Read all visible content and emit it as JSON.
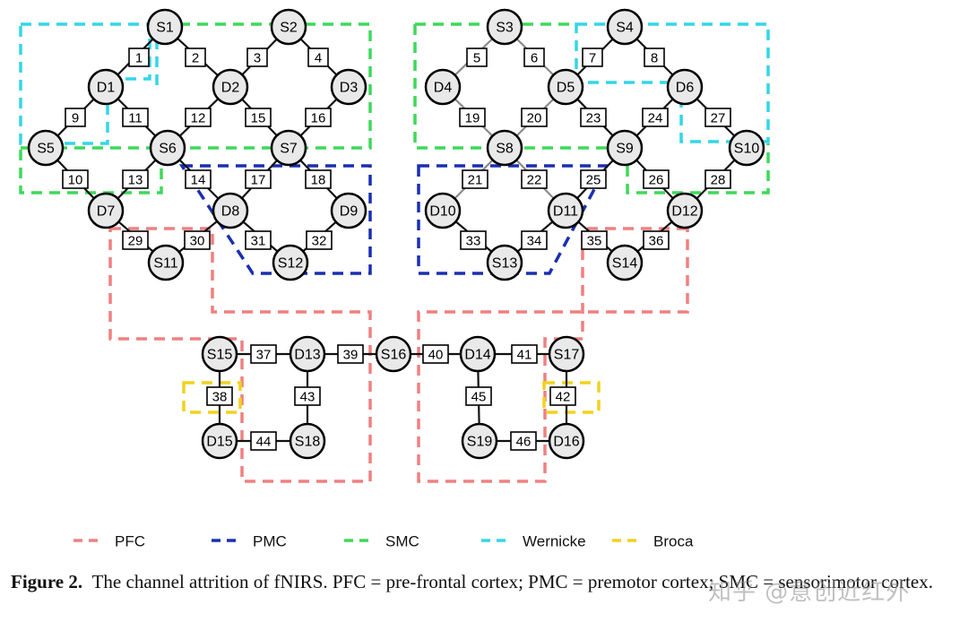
{
  "sources": [
    "S1",
    "S2",
    "S3",
    "S4",
    "S5",
    "S6",
    "S7",
    "S8",
    "S9",
    "S10",
    "S11",
    "S12",
    "S13",
    "S14",
    "S15",
    "S16",
    "S17",
    "S18",
    "S19"
  ],
  "detectors": [
    "D1",
    "D2",
    "D3",
    "D4",
    "D5",
    "D6",
    "D7",
    "D8",
    "D9",
    "D10",
    "D11",
    "D12",
    "D13",
    "D14",
    "D15",
    "D16"
  ],
  "channels": [
    "1",
    "2",
    "3",
    "4",
    "5",
    "6",
    "7",
    "8",
    "9",
    "10",
    "11",
    "12",
    "13",
    "14",
    "15",
    "16",
    "17",
    "18",
    "19",
    "20",
    "21",
    "22",
    "23",
    "24",
    "25",
    "26",
    "27",
    "28",
    "29",
    "30",
    "31",
    "32",
    "33",
    "34",
    "35",
    "36",
    "37",
    "38",
    "39",
    "40",
    "41",
    "42",
    "43",
    "44",
    "45",
    "46"
  ],
  "legend": [
    {
      "label": "PFC",
      "color": "#f08080"
    },
    {
      "label": "PMC",
      "color": "#1a2fb0"
    },
    {
      "label": "SMC",
      "color": "#3ed95a"
    },
    {
      "label": "Wernicke",
      "color": "#33d6e8"
    },
    {
      "label": "Broca",
      "color": "#f2d21e"
    }
  ],
  "caption": {
    "label": "Figure 2.",
    "text": "The channel attrition of fNIRS. PFC = pre-frontal cortex; PMC = premotor cortex; SMC = sensorimotor cortex."
  },
  "watermark": "知乎 @意创近红外"
}
